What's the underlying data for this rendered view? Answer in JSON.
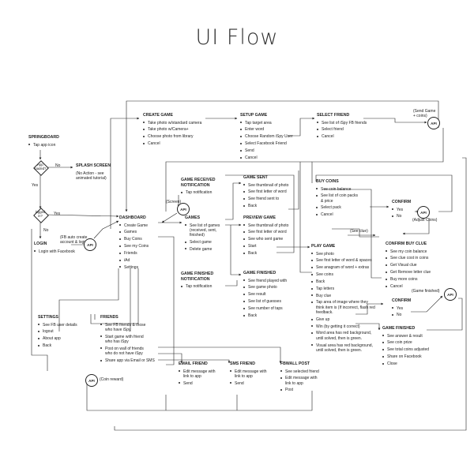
{
  "title": "UI Flow",
  "nodes": {
    "springboard": {
      "title": "SPRINGBOARD",
      "items": [
        "Tap app icon"
      ]
    },
    "splash": {
      "title": "SPLASH SCREEN",
      "note": "(No Action - see\nanimated tutorial)"
    },
    "login": {
      "title": "LOGIN",
      "items": [
        "Login with Facebook"
      ],
      "note": "(FB auto create\naccount & login)"
    },
    "settings": {
      "title": "SETTINGS",
      "items": [
        "See FB user details",
        "logout",
        "About app",
        "Back"
      ]
    },
    "dashboard": {
      "title": "DASHBOARD",
      "items": [
        "Create Game",
        "Games",
        "Buy Coins",
        "See my Coins",
        "Friends",
        "iAd",
        "Settings"
      ]
    },
    "create_game": {
      "title": "CREATE GAME",
      "items": [
        "Take photo w/standard camera",
        "Take photo w/Camera+",
        "Choose photo from library",
        "Cancel"
      ]
    },
    "setup_game": {
      "title": "SETUP GAME",
      "items": [
        "Tap target area",
        "Enter word",
        "Choose Random iSpy User",
        "Select Facebook Friend",
        "Send",
        "Cancel"
      ]
    },
    "select_friend": {
      "title": "SELECT FRIEND",
      "items": [
        "See list of iSpy FB friends",
        "Select friend",
        "Cancel"
      ]
    },
    "game_received": {
      "title": "GAME RECEIVED\nNOTIFICATION",
      "items": [
        "Tap notification"
      ]
    },
    "game_sent": {
      "title": "GAME SENT",
      "items": [
        "See thumbnail of photo",
        "See first letter of word",
        "See friend sent to",
        "Back"
      ]
    },
    "games": {
      "title": "GAMES",
      "items": [
        "See list of games\n(received, sent,\nfinished)",
        "Select game",
        "Delete game"
      ]
    },
    "preview_game": {
      "title": "PREVIEW GAME",
      "items": [
        "See thumbnail of photo",
        "See first letter of word",
        "See who sent game",
        "Start",
        "Back"
      ]
    },
    "game_finished_notif": {
      "title": "GAME FINISHED\nNOTIFICATION",
      "items": [
        "Tap notification"
      ]
    },
    "game_finished": {
      "title": "GAME FINISHED",
      "items": [
        "See friend played with",
        "See game photo",
        "See result",
        "See list of guesses",
        "See number of taps",
        "Back"
      ]
    },
    "buy_coins": {
      "title": "BUY COINS",
      "items": [
        "See coin balance",
        "See list of coin packs\n& price",
        "Select pack",
        "Cancel"
      ]
    },
    "confirm_top": {
      "title": "CONFIRM",
      "items": [
        "Yes",
        "No"
      ]
    },
    "play_game": {
      "title": "PLAY GAME",
      "items": [
        "See photo",
        "See first letter of word & spaces",
        "See anagram of word + extras",
        "See coins",
        "Back",
        "Tap letters",
        "Buy clue",
        "Tap area of image where they\nthink item is (If incorrect, flash red\nfeedback.",
        "Give up",
        "Win (by getting it correct)",
        "Word area has red background,\nuntil solved, then is green.",
        "Visual area has red background,\nuntil solved, then is green."
      ]
    },
    "confirm_buy_clue": {
      "title": "CONFIRM BUY CLUE",
      "items": [
        "See my coin balance",
        "See clue cost in coins",
        "Get Visual clue",
        "Get Remove letter clue",
        "Buy more coins",
        "Cancel"
      ]
    },
    "confirm_bottom": {
      "title": "CONFIRM",
      "items": [
        "Yes",
        "No"
      ]
    },
    "game_finished2": {
      "title": "GAME FINISHED",
      "items": [
        "See answer & result",
        "See coin prize",
        "See total coins adjusted",
        "Share on Facebook",
        "Close"
      ]
    },
    "friends": {
      "title": "FRIENDS",
      "items": [
        "See FB friends & those\nwho have iSpy",
        "Start game with friend\nwho has iSpy",
        "Post on wall of friends\nwho do not have iSpy",
        "Share app via Email or SMS"
      ]
    },
    "email_friend": {
      "title": "EMAIL FRIEND",
      "items": [
        "Edit message with\nlink to app",
        "Send"
      ]
    },
    "sms_friend": {
      "title": "SMS FRIEND",
      "items": [
        "Edit message with\nlink to app",
        "Send"
      ]
    },
    "fbwall_post": {
      "title": "FBWALL POST",
      "items": [
        "See selected friend",
        "Edit message with\nlink to app",
        "Post"
      ]
    }
  },
  "decisions": {
    "app_loaded": "App\nloaded?",
    "logged_in": "logged\nin?"
  },
  "labels": {
    "yes": "Yes",
    "no": "No",
    "send_game_coins": "(Send Game\n+ coins)",
    "coin_reward": "(Coin reward)",
    "adjust_coins": "(Adjust Coins)",
    "game_finished_note": "(Game finished)",
    "see_clue": "(See clue)",
    "screen": "(Screen)",
    "api": "API"
  }
}
